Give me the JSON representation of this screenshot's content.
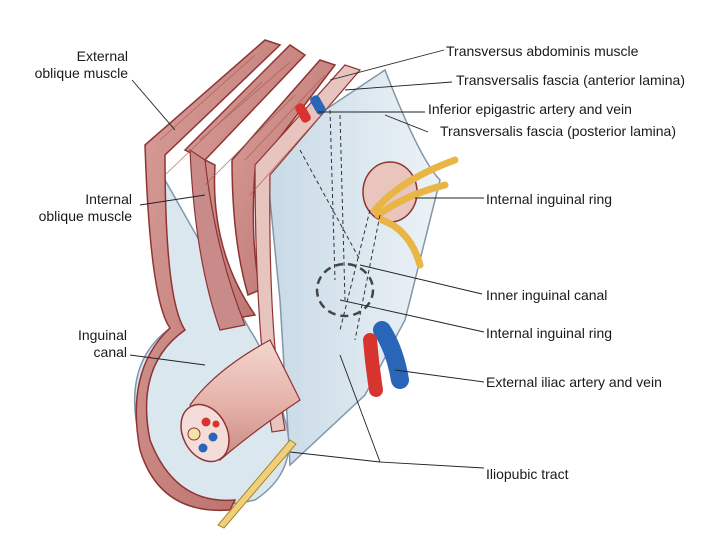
{
  "labels_left": {
    "external_oblique": [
      "External",
      "oblique muscle"
    ],
    "internal_oblique": [
      "Internal",
      "oblique muscle"
    ],
    "inguinal_canal": [
      "Inguinal",
      "canal"
    ]
  },
  "labels_right": {
    "transversus_abdominis": "Transversus abdominis muscle",
    "transversalis_anterior": "Transversalis  fascia (anterior lamina)",
    "inferior_epigastric": "Inferior epigastric artery and vein",
    "transversalis_posterior": "Transversalis fascia (posterior lamina)",
    "internal_ring_upper": "Internal inguinal ring",
    "inner_canal": "Inner inguinal canal",
    "internal_ring_lower": "Internal inguinal ring",
    "external_iliac": "External iliac artery and vein",
    "iliopubic_tract": "Iliopubic tract"
  },
  "colors": {
    "muscle_fill": "#c98a8a",
    "muscle_light": "#e8c4bf",
    "muscle_edge": "#8e3434",
    "fascia_fill": "#dbe7ef",
    "fascia_edge": "#7f97a8",
    "nerve": "#e9b545",
    "artery": "#d8342f",
    "vein": "#2a66b7",
    "leader": "#222222"
  }
}
